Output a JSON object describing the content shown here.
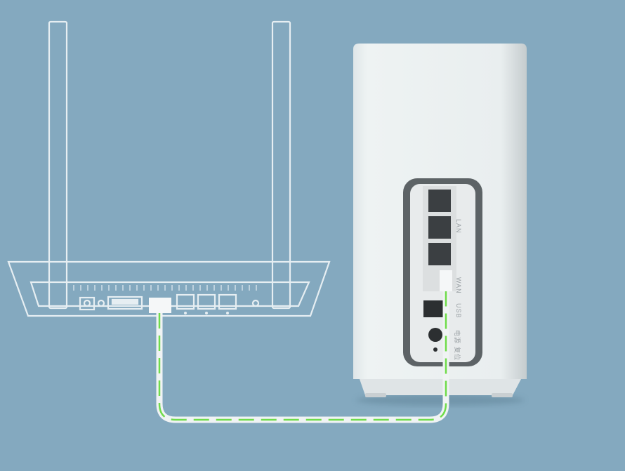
{
  "scene": {
    "background_color": "#84a9bf",
    "description": "Connection diagram: old router LAN port cabled to new mesh router WAN port",
    "cable_color": "#6fdc4a"
  },
  "port_labels": {
    "lan": "LAN",
    "wan": "WAN",
    "usb": "USB",
    "power": "电源",
    "reset": "复位"
  }
}
